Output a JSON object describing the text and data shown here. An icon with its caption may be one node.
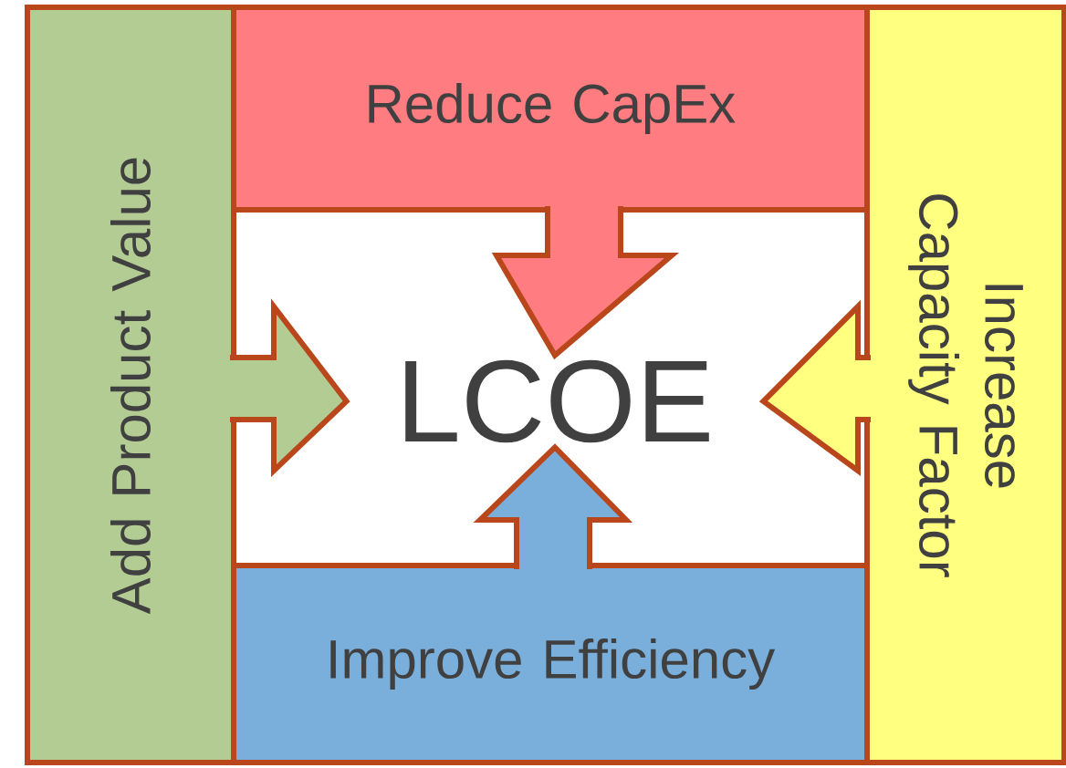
{
  "diagram": {
    "nodes": [
      {
        "text": [
          "Add Product Value"
        ]
      },
      {
        "text": [
          "Reduce CapEx"
        ]
      },
      {
        "text": [
          "Increase Capacity Factor"
        ]
      },
      {
        "text": [
          "Improve Efficiency"
        ]
      },
      {
        "text": [
          "LCOE"
        ]
      }
    ],
    "edges": [
      {
        "from": 0,
        "to": 4,
        "arrow": "to"
      },
      {
        "from": 1,
        "to": 4,
        "arrow": "to"
      },
      {
        "from": 2,
        "to": 4,
        "arrow": "to"
      },
      {
        "from": 3,
        "to": 4,
        "arrow": "to"
      }
    ]
  }
}
